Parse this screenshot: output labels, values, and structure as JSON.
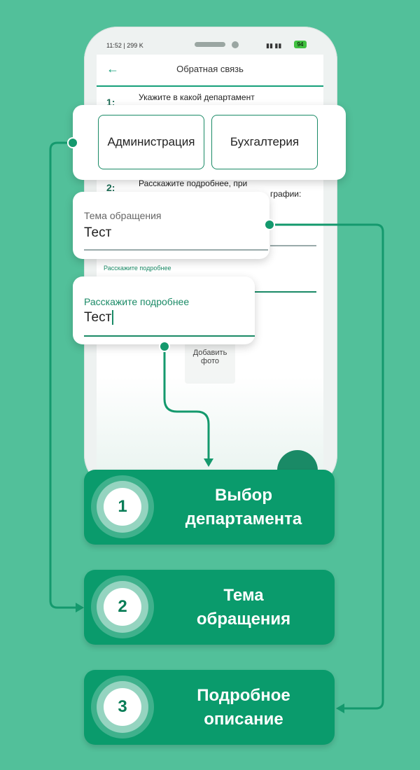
{
  "status_bar": {
    "left": "11:52 | 299 K",
    "battery": "94"
  },
  "app": {
    "title": "Обратная связь",
    "back_icon": "arrow-left-icon"
  },
  "steps": [
    {
      "num": "1:",
      "text": "Укажите в какой департамент"
    },
    {
      "num": "2:",
      "text_line1": "Расскажите подробнее, при",
      "text_line2": "графии:"
    }
  ],
  "underlying_form": {
    "details_label": "Расскажите подробнее"
  },
  "add_photo": {
    "line1": "Добавить",
    "line2": "фото"
  },
  "department_popup": {
    "buttons": [
      "Администрация",
      "Бухгалтерия"
    ]
  },
  "subject_popup": {
    "label": "Тема обращения",
    "value": "Тест"
  },
  "details_popup": {
    "label": "Расскажите подробнее",
    "value": "Тест"
  },
  "legend": [
    {
      "num": "1",
      "line1": "Выбор",
      "line2": "департамента"
    },
    {
      "num": "2",
      "line1": "Тема",
      "line2": "обращения"
    },
    {
      "num": "3",
      "line1": "Подробное",
      "line2": "описание"
    }
  ],
  "colors": {
    "background": "#52c09a",
    "accent": "#0a9b6c",
    "line": "#14996d"
  }
}
